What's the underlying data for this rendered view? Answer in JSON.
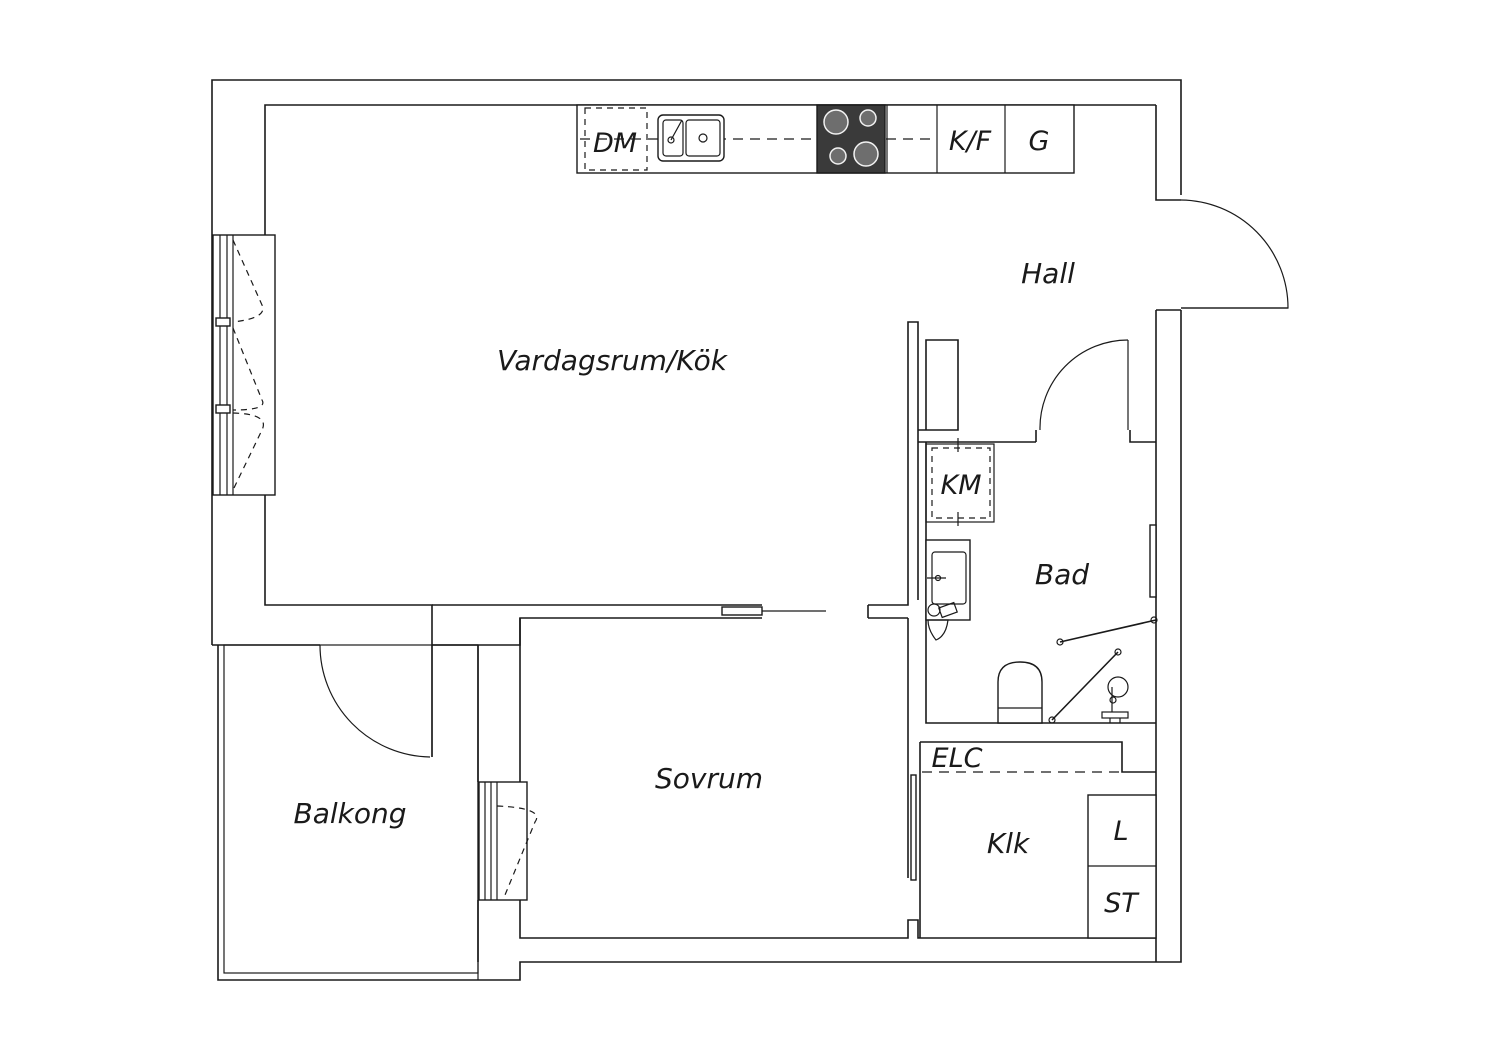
{
  "rooms": {
    "living_kitchen": "Vardagsrum/Kök",
    "hall": "Hall",
    "bath": "Bad",
    "bedroom": "Sovrum",
    "balcony": "Balkong",
    "closet": "Klk"
  },
  "fixtures": {
    "dishwasher": "DM",
    "fridge_freezer": "K/F",
    "cabinet_g": "G",
    "washing_machine": "KM",
    "electrical": "ELC",
    "linen": "L",
    "storage": "ST"
  },
  "colors": {
    "line": "#1a1a1a",
    "stove": "#3a3a3a",
    "background": "#ffffff"
  }
}
